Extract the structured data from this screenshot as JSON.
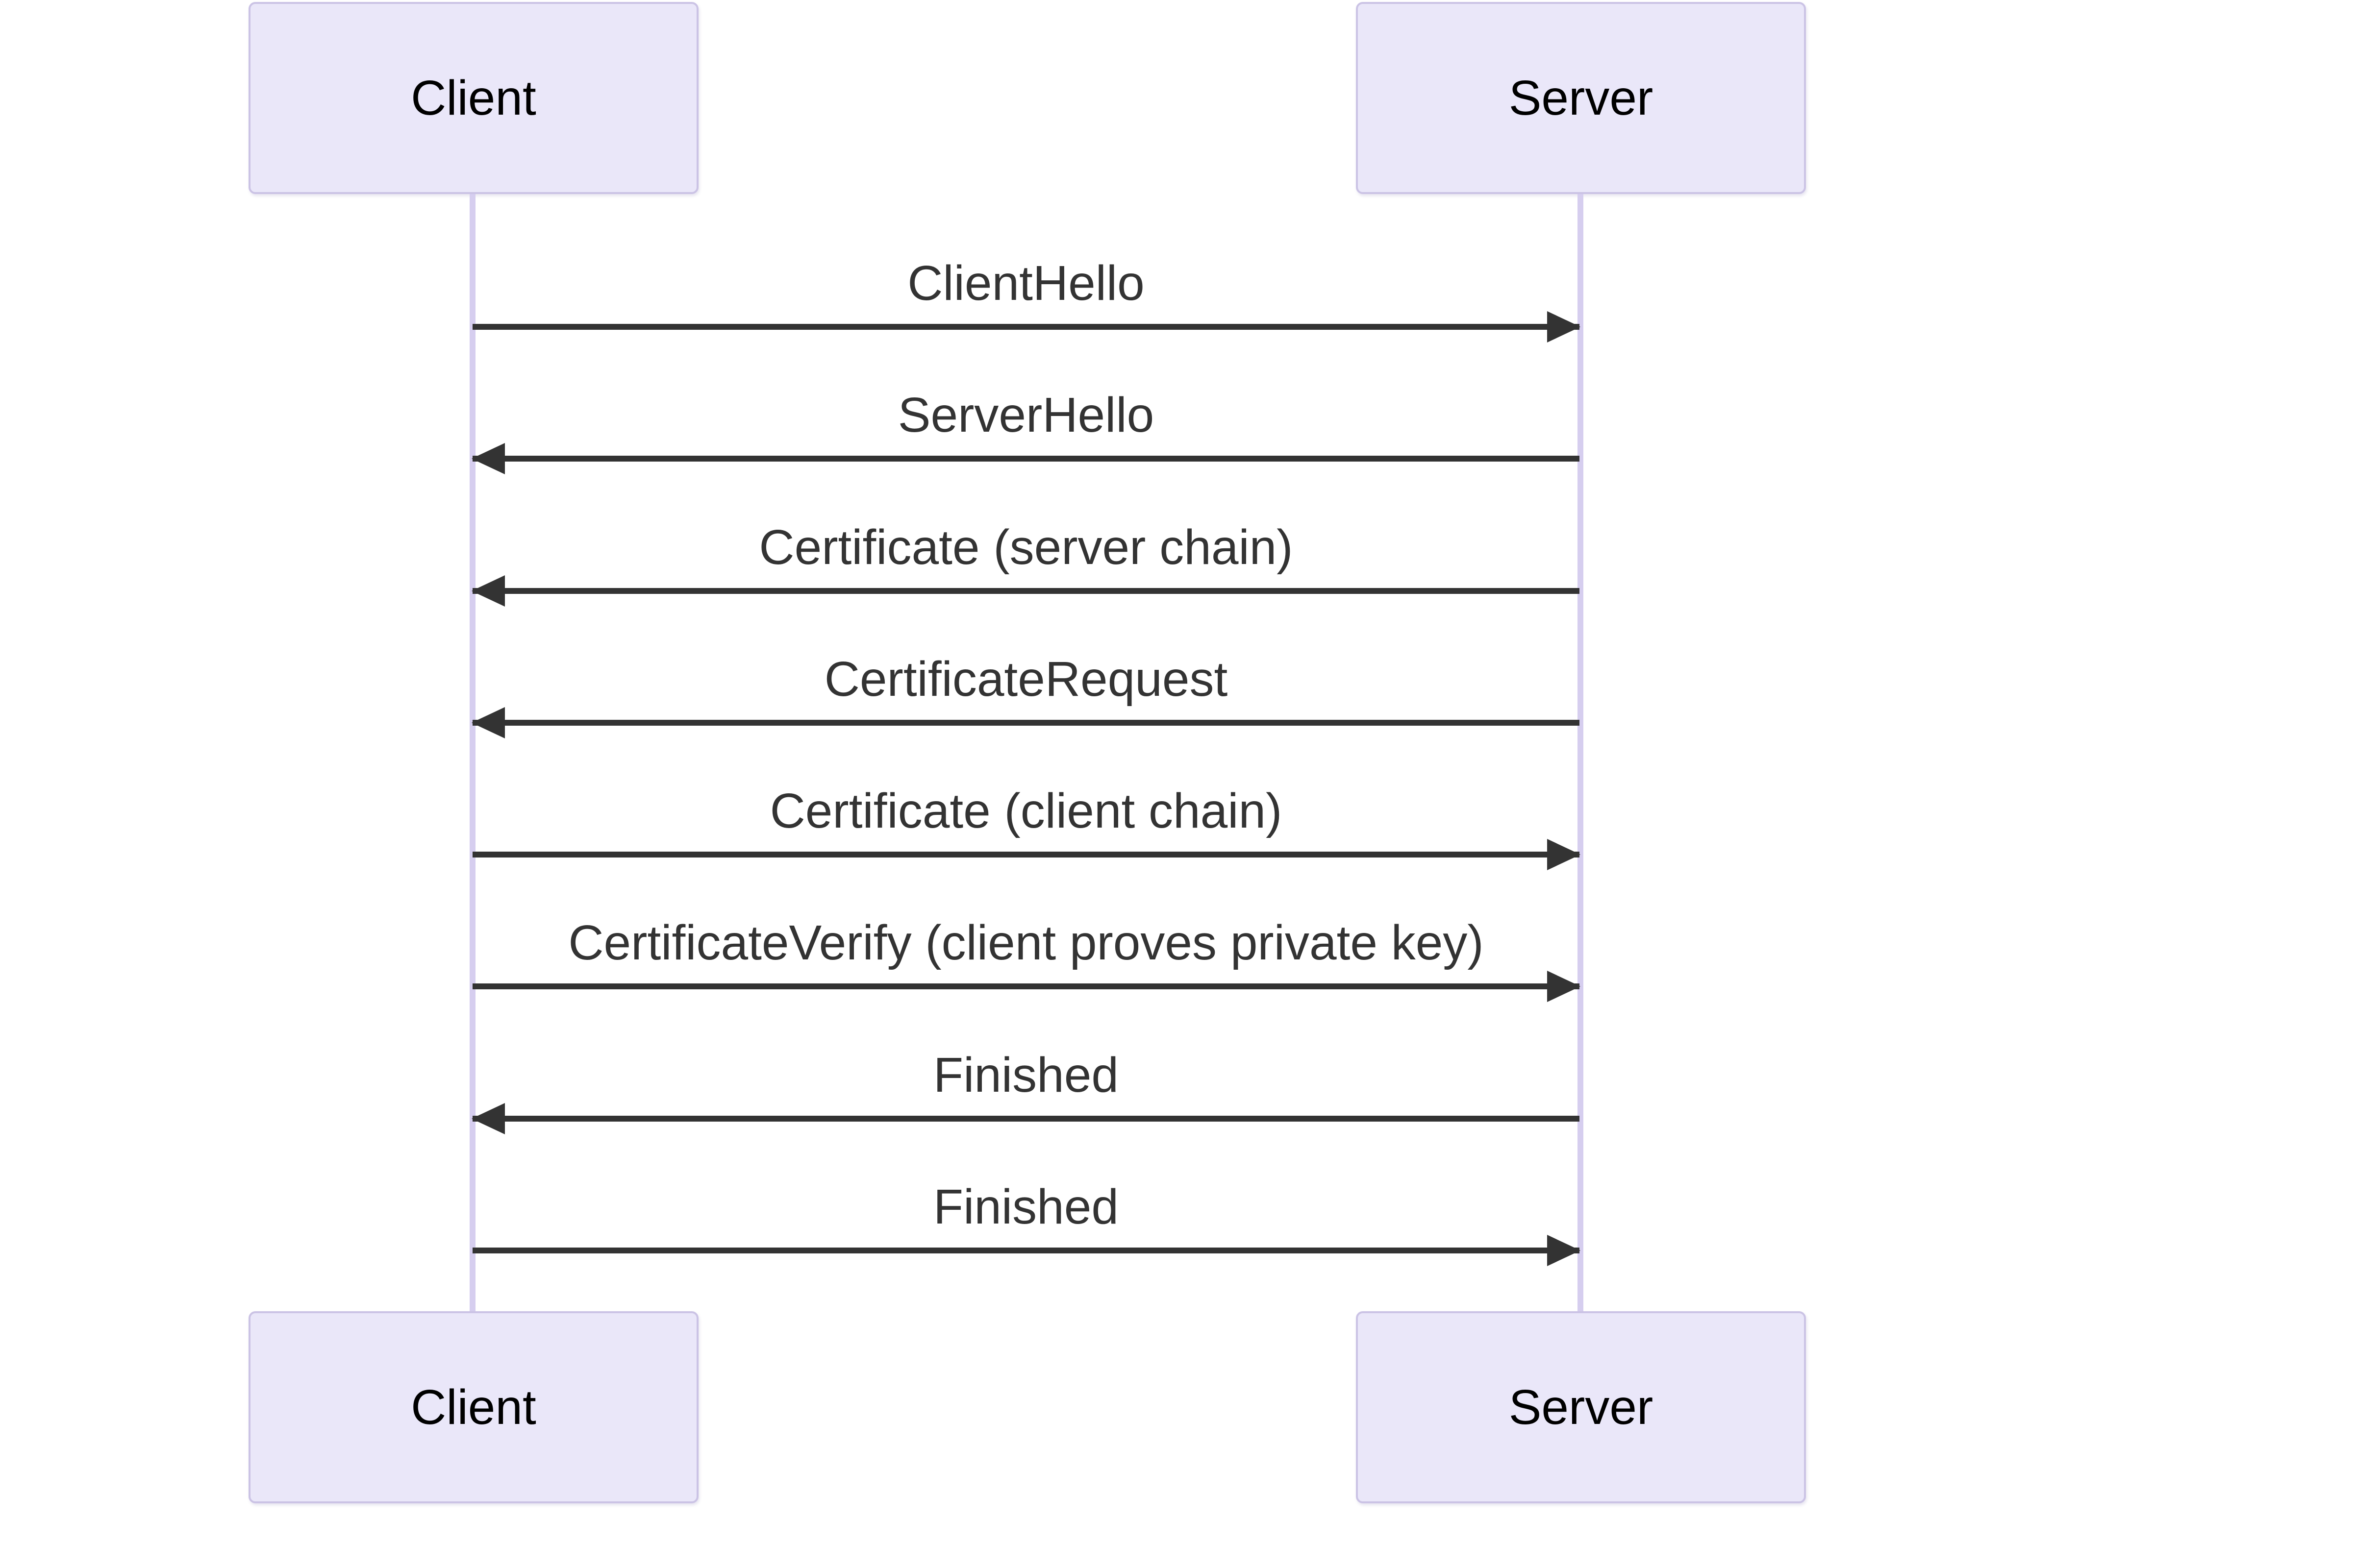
{
  "diagram": {
    "type": "sequence",
    "actors": [
      {
        "id": "client",
        "label": "Client"
      },
      {
        "id": "server",
        "label": "Server"
      }
    ],
    "messages": [
      {
        "label": "ClientHello",
        "from": "client",
        "to": "server",
        "direction": "right"
      },
      {
        "label": "ServerHello",
        "from": "server",
        "to": "client",
        "direction": "left"
      },
      {
        "label": "Certificate (server chain)",
        "from": "server",
        "to": "client",
        "direction": "left"
      },
      {
        "label": "CertificateRequest",
        "from": "server",
        "to": "client",
        "direction": "left"
      },
      {
        "label": "Certificate (client chain)",
        "from": "client",
        "to": "server",
        "direction": "right"
      },
      {
        "label": "CertificateVerify (client proves private key)",
        "from": "client",
        "to": "server",
        "direction": "right"
      },
      {
        "label": "Finished",
        "from": "server",
        "to": "client",
        "direction": "left"
      },
      {
        "label": "Finished",
        "from": "client",
        "to": "server",
        "direction": "right"
      }
    ],
    "colors": {
      "actor_fill": "#EAE7F9",
      "actor_border": "#CBC3E5",
      "lifeline": "#D6CEEF",
      "arrow": "#333333",
      "message_text": "#333333",
      "actor_text": "#000000",
      "background": "#FFFFFF"
    }
  }
}
